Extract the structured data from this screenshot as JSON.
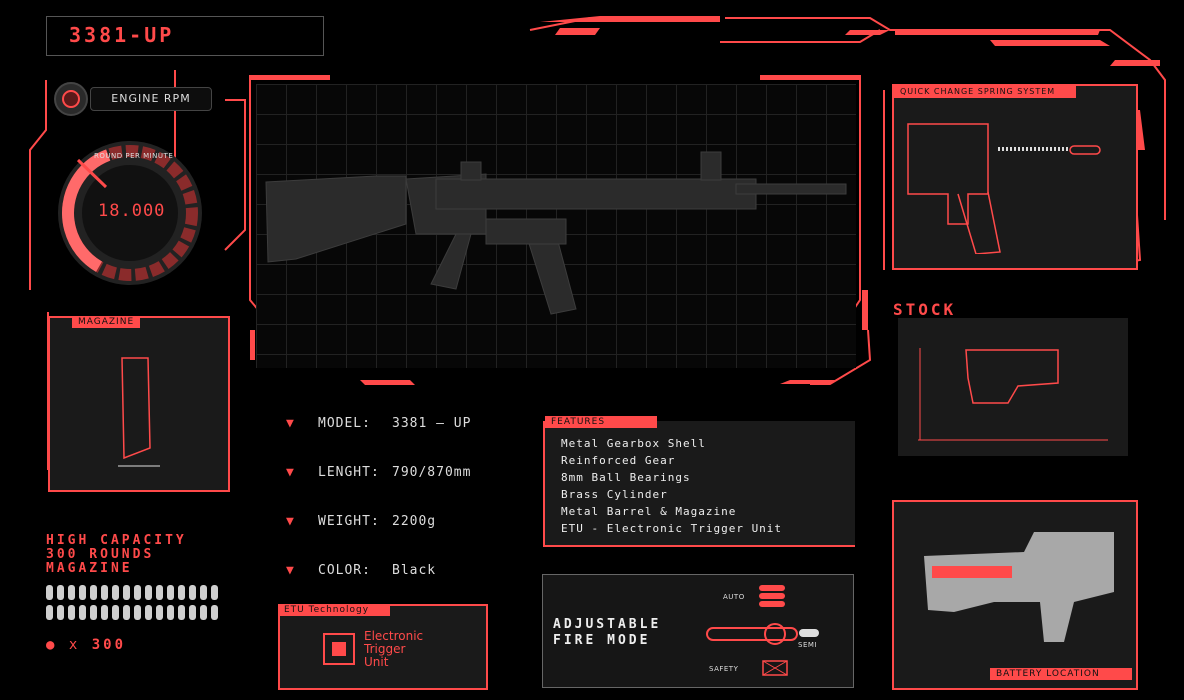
{
  "header": {
    "title": "3381-UP"
  },
  "rpm": {
    "label": "ENGINE RPM",
    "sub_label": "ROUND PER MINUTE",
    "value": "18.000"
  },
  "magazine": {
    "tag": "MAGAZINE",
    "caption_line1": "HIGH CAPACITY",
    "caption_line2": "300 ROUNDS",
    "caption_line3": "MAGAZINE",
    "count_prefix": "● x",
    "count": "300"
  },
  "specs": [
    {
      "label": "MODEL:",
      "value": "3381 – UP"
    },
    {
      "label": "LENGHT:",
      "value": "790/870mm"
    },
    {
      "label": "WEIGHT:",
      "value": "2200g"
    },
    {
      "label": "COLOR:",
      "value": "Black"
    }
  ],
  "features": {
    "tag": "FEATURES",
    "items": [
      "Metal Gearbox Shell",
      "Reinforced Gear",
      "8mm Ball Bearings",
      "Brass Cylinder",
      "Metal Barrel & Magazine",
      "ETU - Electronic Trigger Unit"
    ]
  },
  "etu": {
    "tag": "ETU Technology",
    "line1": "Electronic",
    "line2": "Trigger",
    "line3": "Unit"
  },
  "fire_mode": {
    "title_line1": "ADJUSTABLE",
    "title_line2": "FIRE MODE",
    "auto": "AUTO",
    "semi": "SEMI",
    "safety": "SAFETY"
  },
  "spring": {
    "tag": "QUICK CHANGE SPRING SYSTEM"
  },
  "stock": {
    "title": "STOCK"
  },
  "battery": {
    "tag": "BATTERY LOCATION"
  },
  "colors": {
    "accent": "#ff4a4a",
    "bg": "#000000",
    "panel": "#1a1a1a"
  }
}
